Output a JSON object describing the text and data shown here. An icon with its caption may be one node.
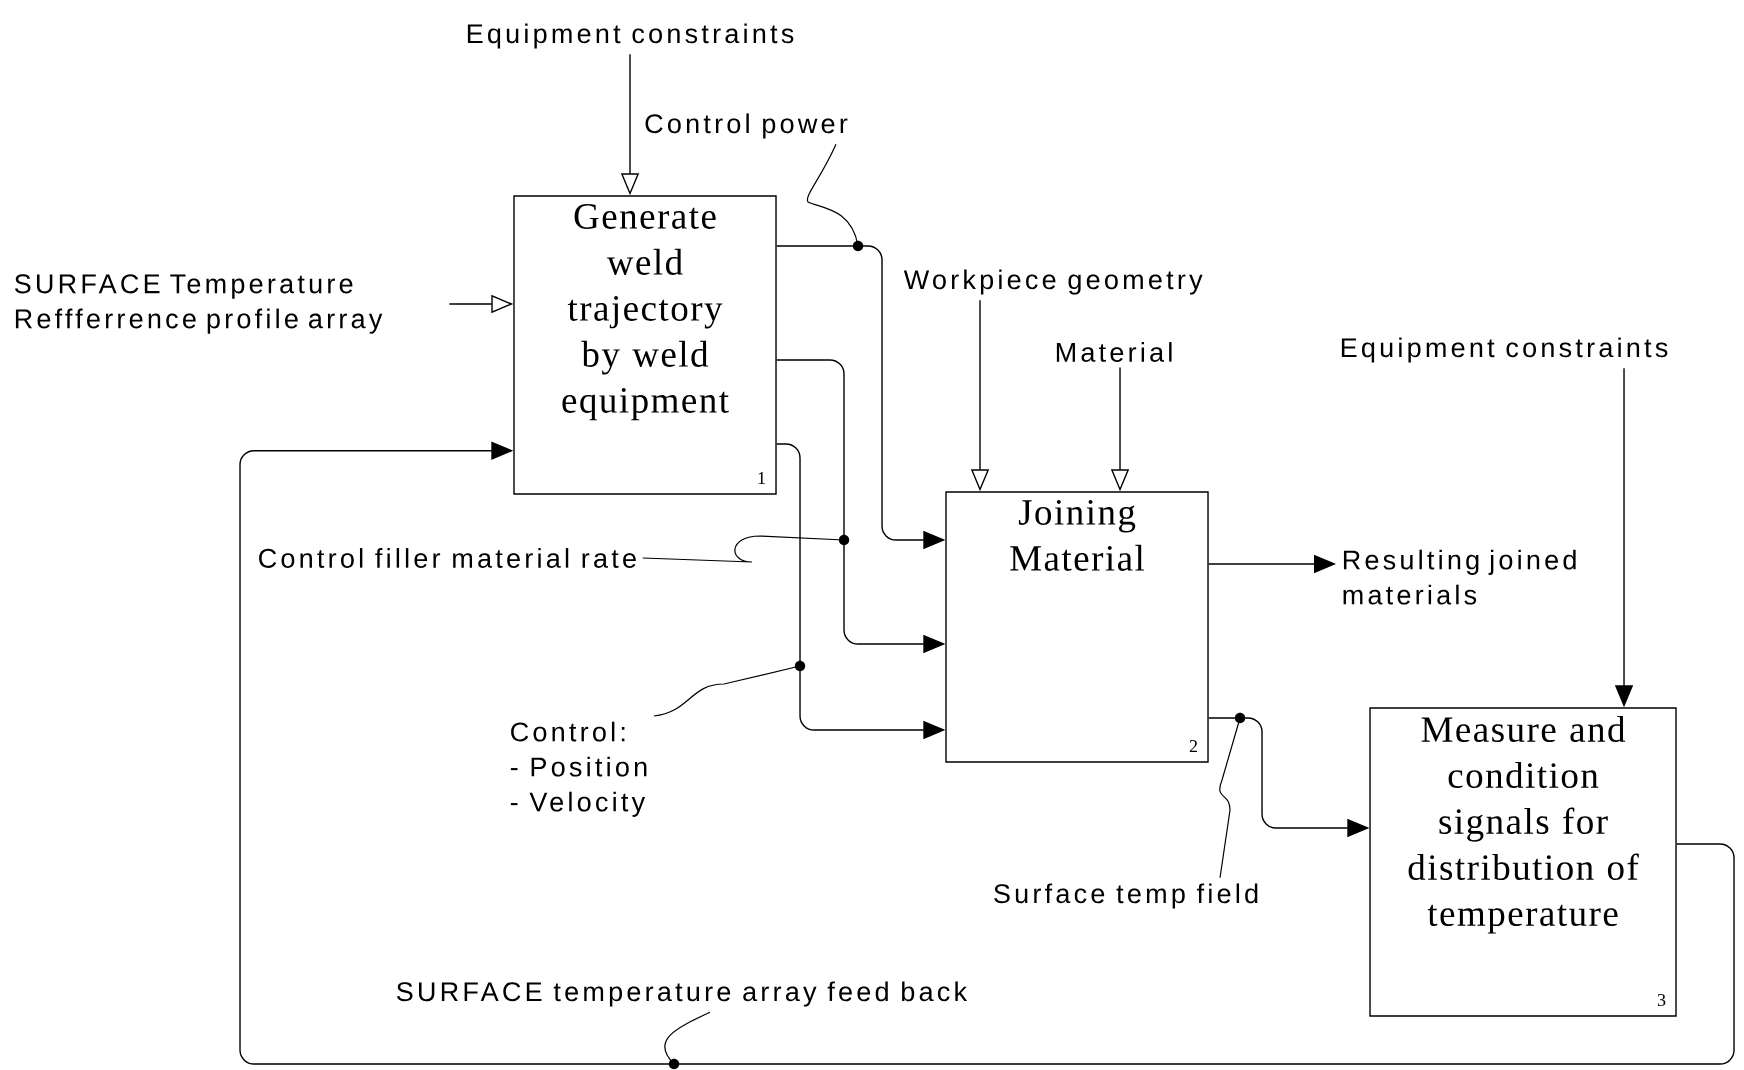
{
  "diagram": {
    "nodes": [
      {
        "text": [
          "Generate weld trajectory by weld equipment",
          "1"
        ]
      },
      {
        "text": [
          "Joining Material",
          "2"
        ]
      },
      {
        "text": [
          "Measure and condition signals for distribution of temperature",
          "3"
        ]
      },
      {
        "text": [
          "Equipment constraints"
        ]
      },
      {
        "text": [
          "SURFACE Temperature Reffferrence profile array"
        ]
      },
      {
        "text": [
          "Workpiece geometry"
        ]
      },
      {
        "text": [
          "Material"
        ]
      },
      {
        "text": [
          "Equipment constraints"
        ]
      },
      {
        "text": [
          "Resulting joined materials"
        ]
      },
      {
        "text": [
          "Control power"
        ]
      },
      {
        "text": [
          "Control filler material rate"
        ]
      },
      {
        "text": [
          "Control:",
          "- Position",
          "- Velocity"
        ]
      },
      {
        "text": [
          "Surface temp field"
        ]
      },
      {
        "text": [
          "SURFACE temperature array feed back"
        ]
      }
    ],
    "edges": [
      {
        "from": 3,
        "to": 0,
        "arrow": "to"
      },
      {
        "from": 4,
        "to": 0,
        "arrow": "to"
      },
      {
        "from": 0,
        "to": 1,
        "arrow": "to"
      },
      {
        "from": 0,
        "to": 1,
        "arrow": "to"
      },
      {
        "from": 0,
        "to": 1,
        "arrow": "to"
      },
      {
        "from": 5,
        "to": 1,
        "arrow": "to"
      },
      {
        "from": 6,
        "to": 1,
        "arrow": "to"
      },
      {
        "from": 1,
        "to": 8,
        "arrow": "to"
      },
      {
        "from": 1,
        "to": 2,
        "arrow": "to"
      },
      {
        "from": 7,
        "to": 2,
        "arrow": "to"
      },
      {
        "from": 2,
        "to": 0,
        "arrow": "to"
      },
      {
        "from": 9,
        "to": null,
        "arrow": "none"
      },
      {
        "from": 10,
        "to": null,
        "arrow": "none"
      },
      {
        "from": 11,
        "to": null,
        "arrow": "none"
      },
      {
        "from": 12,
        "to": null,
        "arrow": "none"
      },
      {
        "from": 13,
        "to": null,
        "arrow": "none"
      }
    ]
  }
}
